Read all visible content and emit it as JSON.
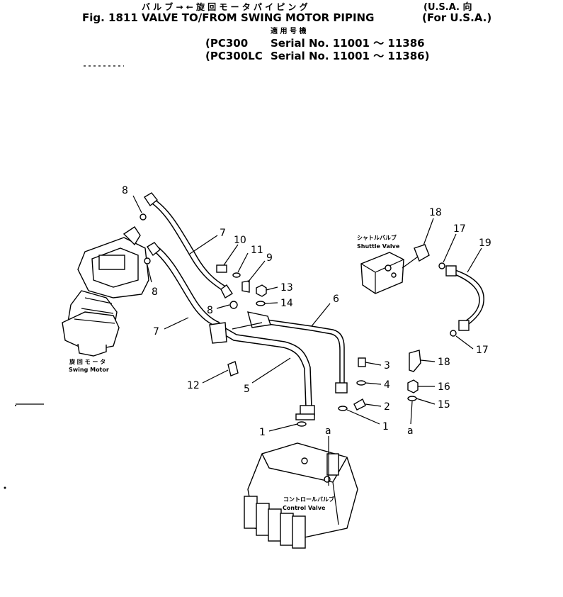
{
  "header": {
    "title_jp": "バ ル ブ → ← 旋 回 モ ー タ パ イ ピ ン グ",
    "title_en": "Fig. 1811  VALVE TO/FROM SWING MOTOR PIPING",
    "region_jp": "(U.S.A. 向",
    "region_en": "(For U.S.A.)",
    "applicability_jp": "適 用 号 機",
    "models": [
      {
        "model": "(PC300",
        "serial": "Serial No. 11001 ～ 11386"
      },
      {
        "model": "(PC300LC",
        "serial": "Serial No. 11001 ～ 11386)"
      }
    ]
  },
  "components": {
    "swing_motor_jp": "旋 回 モ ー タ",
    "swing_motor_en": "Swing Motor",
    "shuttle_valve_jp": "シャトルバルブ",
    "shuttle_valve_en": "Shuttle Valve",
    "control_valve_jp": "コントロールバルブ",
    "control_valve_en": "Control Valve"
  },
  "callouts": [
    "8",
    "8",
    "8",
    "7",
    "7",
    "10",
    "11",
    "9",
    "13",
    "14",
    "6",
    "5",
    "12",
    "3",
    "4",
    "2",
    "1",
    "1",
    "a",
    "a",
    "18",
    "17",
    "19",
    "17",
    "18",
    "16",
    "15"
  ]
}
